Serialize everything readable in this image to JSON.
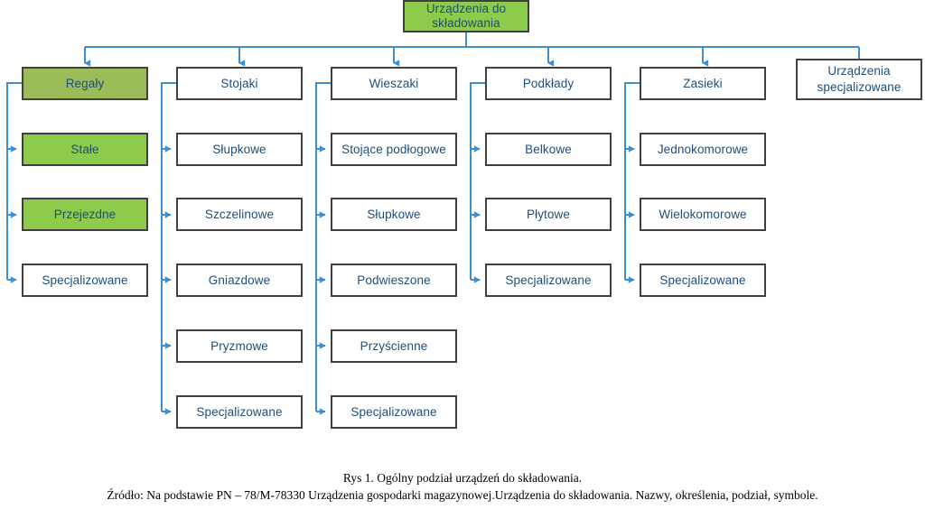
{
  "diagram": {
    "title": "Urządzenia do składowania",
    "colors": {
      "root_fill": "#8CCB4B",
      "highlight_fill": "#8CCB4B",
      "highlight_fill_dark": "#9CBB59",
      "box_fill": "#FFFFFF",
      "box_border": "#404040",
      "text": "#1F4E79",
      "connector": "#3F8FD0"
    },
    "root": {
      "label": "Urządzenia do składowania",
      "line1": "Urządzenia do",
      "line2": "składowania"
    },
    "columns": [
      {
        "name": "regaly",
        "head": "Regały",
        "children": [
          "Stałe",
          "Przejezdne",
          "Specjalizowane"
        ]
      },
      {
        "name": "stojaki",
        "head": "Stojaki",
        "children": [
          "Słupkowe",
          "Szczelinowe",
          "Gniazdowe",
          "Pryzmowe",
          "Specjalizowane"
        ]
      },
      {
        "name": "wieszaki",
        "head": "Wieszaki",
        "children": [
          "Stojące podłogowe",
          "Słupkowe",
          "Podwieszone",
          "Przyścienne",
          "Specjalizowane"
        ]
      },
      {
        "name": "podklady",
        "head": "Podkłady",
        "children": [
          "Belkowe",
          "Płytowe",
          "Specjalizowane"
        ]
      },
      {
        "name": "zasieki",
        "head": "Zasieki",
        "children": [
          "Jednokomorowe",
          "Wielokomorowe",
          "Specjalizowane"
        ]
      },
      {
        "name": "urzadzenia-specjalizowane",
        "head": "Urządzenia specjalizowane",
        "children": []
      }
    ]
  },
  "caption": {
    "line1": "Rys 1. Ogólny podział urządzeń do składowania.",
    "line2": "Źródło: Na podstawie PN – 78/M-78330 Urządzenia gospodarki magazynowej.Urządzenia do składowania. Nazwy, określenia, podział, symbole."
  }
}
